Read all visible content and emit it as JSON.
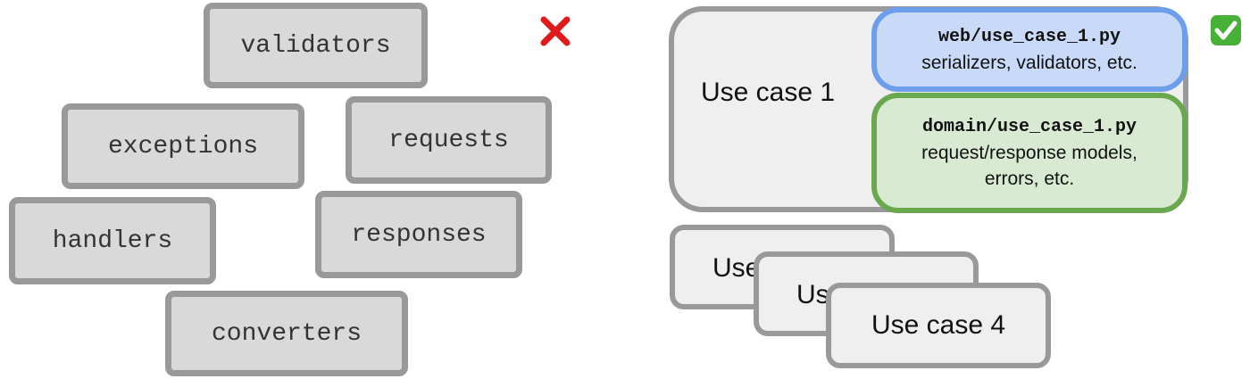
{
  "left": {
    "modules": [
      "validators",
      "exceptions",
      "requests",
      "handlers",
      "responses",
      "converters"
    ],
    "mark_icon": "cross-mark-icon",
    "mark_color": "#e0191b"
  },
  "right": {
    "main_use_case": "Use case 1",
    "web_layer": {
      "path": "web/use_case_1.py",
      "desc": "serializers, validators, etc."
    },
    "domain_layer": {
      "path": "domain/use_case_1.py",
      "desc_line1": "request/response models,",
      "desc_line2": "errors, etc."
    },
    "stacked_cases": [
      "Use case 2",
      "Use case 3",
      "Use case 4"
    ],
    "mark_icon": "check-mark-icon",
    "mark_color": "#47b036"
  },
  "colors": {
    "web_fill": "#c9daf8",
    "web_border": "#6d9eeb",
    "domain_fill": "#d9ead3",
    "domain_border": "#6aa84f",
    "box_fill": "#d9d9d9",
    "box_border": "#999999"
  }
}
